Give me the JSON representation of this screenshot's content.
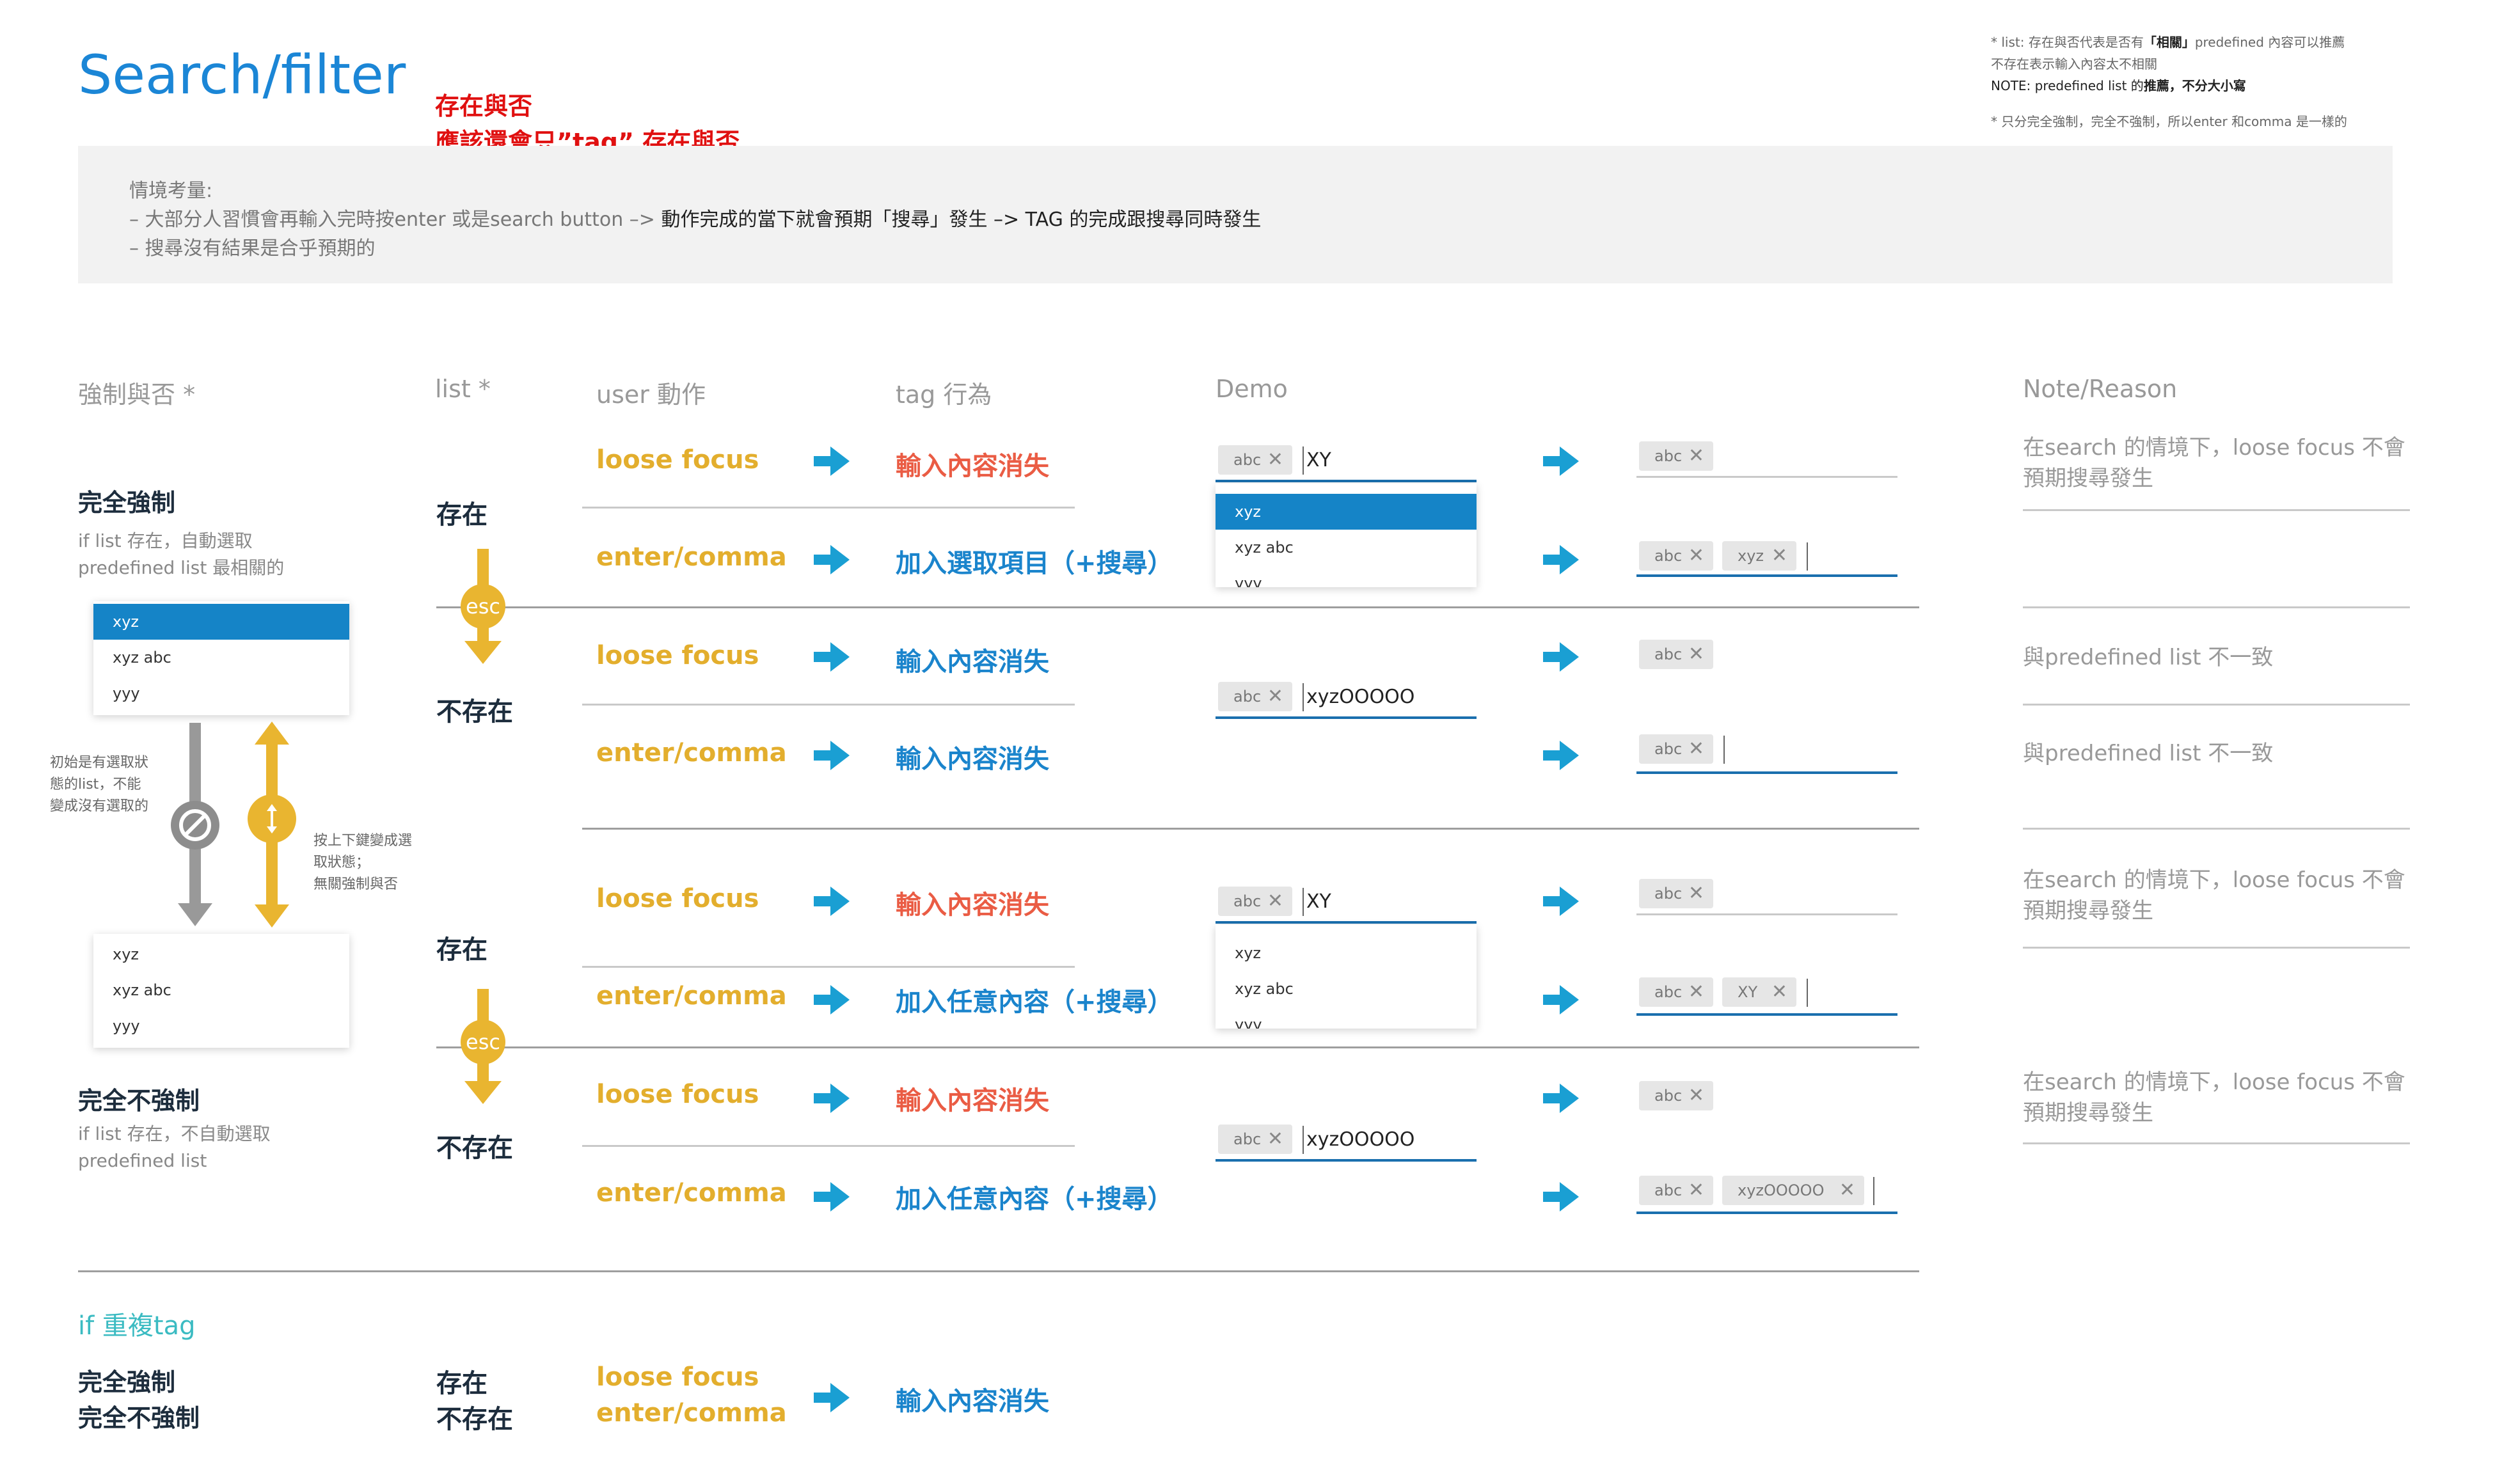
{
  "title": "Search/filter",
  "warning": {
    "line1": "存在與否",
    "line2": "應該還會只”tag” 存在與否"
  },
  "top_notes": {
    "note1a_pre": "* list: 存在與否代表是否有",
    "note1a_bold": "「相關」",
    "note1a_post": "predefined 內容可以推薦",
    "note1b": "不存在表示輸入內容太不相關",
    "note1c_pre": "NOTE: predefined list 的",
    "note1c_bold": "推薦，不分大小寫",
    "note2": "* 只分完全強制，完全不強制，所以enter 和comma 是一樣的"
  },
  "context": {
    "heading": "情境考量:",
    "line1_pre": "– 大部分人習慣會再輸入完時按enter 或是search button –> ",
    "line1_bold": "動作完成的當下就會預期「搜尋」發生 –> TAG 的完成跟搜尋同時發生",
    "line2": "– 搜尋沒有結果是合乎預期的"
  },
  "headers": {
    "force": "強制與否 *",
    "list": "list *",
    "user_action": "user 動作",
    "tag_behavior": "tag 行為",
    "demo": "Demo",
    "note": "Note/Reason"
  },
  "sections": {
    "full_force": {
      "label": "完全強制",
      "desc1": "if list 存在，自動選取",
      "desc2": "predefined list 最相關的"
    },
    "no_force": {
      "label": "完全不強制",
      "desc1": "if list 存在，不自動選取",
      "desc2": "predefined list"
    }
  },
  "list_states": {
    "exists": "存在",
    "not_exists": "不存在"
  },
  "esc_label": "esc",
  "side_labels": {
    "left1": "初始是有選取狀",
    "left2": "態的list，不能",
    "left3": "變成沒有選取的",
    "right1": "按上下鍵變成選",
    "right2": "取狀態；",
    "right3": "無關強制與否"
  },
  "actions": {
    "loose_focus": "loose focus",
    "enter_comma": "enter/comma"
  },
  "behaviors": {
    "disappear": "輸入內容消失",
    "add_selected": "加入選取項目（+搜尋）",
    "add_any": "加入任意內容（+搜尋）"
  },
  "notes": {
    "search_loose_1": "在search 的情境下，loose focus 不會",
    "search_loose_2": "預期搜尋發生",
    "inconsistent": "與predefined list 不一致"
  },
  "demo": {
    "tag_abc": "abc",
    "tag_xyz": "xyz",
    "tag_XY": "XY",
    "tag_xyzOOOOO": "xyzOOOOO",
    "typed_XY": "XY",
    "typed_xyzOOOOO": "xyzOOOOO",
    "close_glyph": "✕",
    "list_items": [
      "xyz",
      "xyz abc",
      "yyy"
    ]
  },
  "duplicate": {
    "title": "if 重複tag",
    "force1": "完全強制",
    "force2": "完全不強制",
    "list1": "存在",
    "list2": "不存在",
    "action1": "loose focus",
    "action2": "enter/comma",
    "behavior": "輸入內容消失"
  },
  "colors": {
    "title_blue": "#1b86d6",
    "accent_yellow": "#e3ae2d",
    "arrow_blue": "#1a9fd3",
    "behavior_red": "#ea5c44",
    "behavior_blue": "#1a84cc",
    "selected_blue": "#1584c7",
    "teal": "#3bbbc2"
  }
}
